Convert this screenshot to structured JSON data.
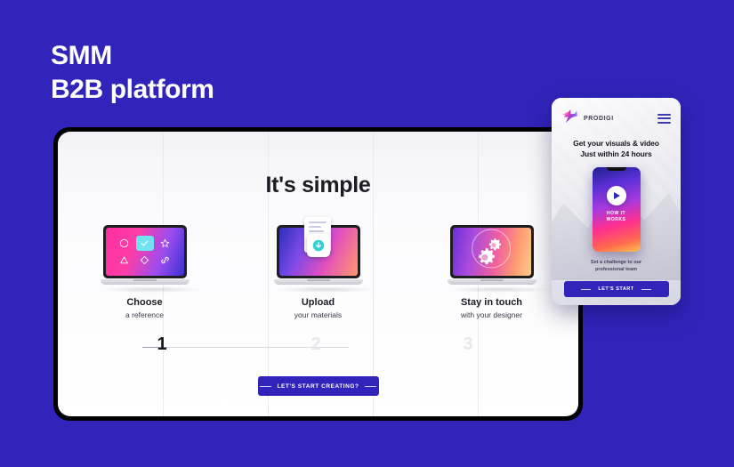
{
  "theme": {
    "background": "#3024ba",
    "accent": "#3024ba",
    "card_frame": "#000000",
    "text_dark": "#1c1c25",
    "text_light": "#ffffff",
    "step_idle": "#e7e7ef",
    "highlight_cyan": "#6fe4f0"
  },
  "headline": {
    "line1": "SMM",
    "line2": "B2B platform"
  },
  "card": {
    "title": "It's simple",
    "steps": [
      {
        "title": "Choose",
        "subtitle": "a reference",
        "icons": [
          "circle-icon",
          "check-icon",
          "star-icon",
          "triangle-icon",
          "diamond-icon",
          "link-icon"
        ]
      },
      {
        "title": "Upload",
        "subtitle": "your materials",
        "icons": [
          "document-icon",
          "download-arrow-icon"
        ]
      },
      {
        "title": "Stay in touch",
        "subtitle": "with your designer",
        "icons": [
          "gear-icon",
          "gear-small-icon"
        ]
      }
    ],
    "progress": {
      "steps": [
        "1",
        "2",
        "3"
      ],
      "active_index": 0
    },
    "cta_label": "LET'S START CREATING?"
  },
  "phone": {
    "brand": "PRODIGI",
    "brand_logo_icon": "prodigi-lightning-logo",
    "menu_icon": "hamburger-menu-icon",
    "headline_line1": "Get your visuals & video",
    "headline_line2": "Just within 24 hours",
    "play_icon": "play-button-icon",
    "inner_label_line1": "HOW IT",
    "inner_label_line2": "WORKS",
    "subtitle_line1": "Set a challenge to our",
    "subtitle_line2": "professional team",
    "cta_label": "LET'S START"
  }
}
